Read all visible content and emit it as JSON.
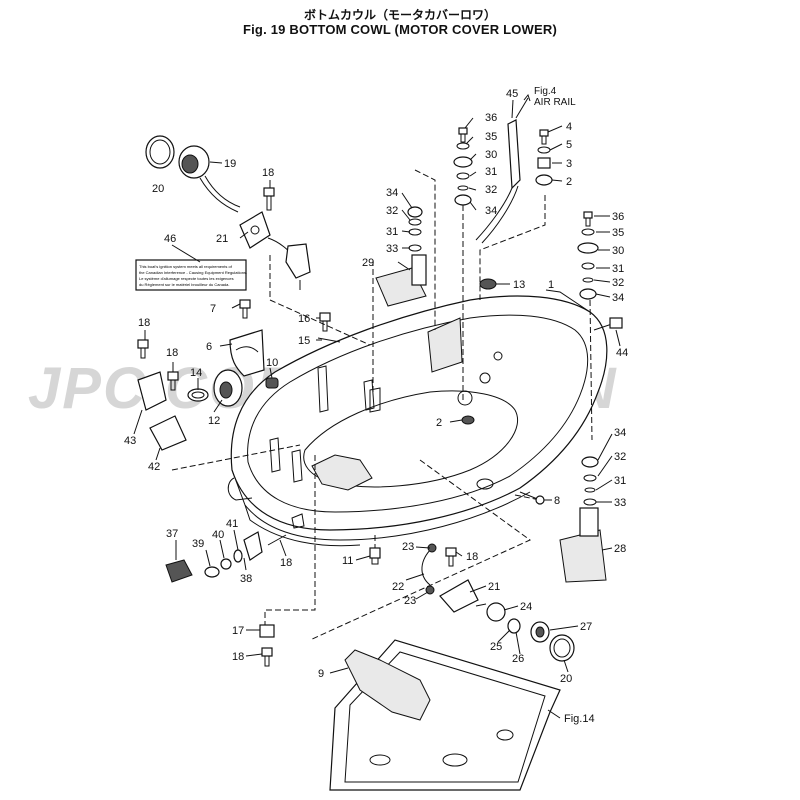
{
  "header": {
    "title_ja": "ボトムカウル（モータカバーロワ）",
    "title_en": "Fig. 19    BOTTOM COWL (MOTOR COVER LOWER)"
  },
  "watermark": "JPC CORPORATION",
  "references": {
    "fig4": "Fig.4",
    "air_rail": "AIR RAIL",
    "fig14": "Fig.14"
  },
  "callouts": {
    "c1": "1",
    "c2a": "2",
    "c2b": "2",
    "c3": "3",
    "c4": "4",
    "c5": "5",
    "c6": "6",
    "c7": "7",
    "c8": "8",
    "c9": "9",
    "c10": "10",
    "c11": "11",
    "c12": "12",
    "c13": "13",
    "c14": "14",
    "c15": "15",
    "c16": "16",
    "c17": "17",
    "c18a": "18",
    "c18b": "18",
    "c18c": "18",
    "c18d": "18",
    "c18e": "18",
    "c18f": "18",
    "c19": "19",
    "c20a": "20",
    "c20b": "20",
    "c21a": "21",
    "c21b": "21",
    "c22": "22",
    "c23a": "23",
    "c23b": "23",
    "c24": "24",
    "c25": "25",
    "c26": "26",
    "c27": "27",
    "c28": "28",
    "c29": "29",
    "c30a": "30",
    "c30b": "30",
    "c31a": "31",
    "c31b": "31",
    "c31c": "31",
    "c31d": "31",
    "c32a": "32",
    "c32b": "32",
    "c32c": "32",
    "c32d": "32",
    "c33a": "33",
    "c33b": "33",
    "c34a": "34",
    "c34b": "34",
    "c34c": "34",
    "c34d": "34",
    "c35a": "35",
    "c35b": "35",
    "c36a": "36",
    "c36b": "36",
    "c37": "37",
    "c38": "38",
    "c39": "39",
    "c40": "40",
    "c41": "41",
    "c42": "42",
    "c43": "43",
    "c44": "44",
    "c45": "45",
    "c46": "46"
  },
  "label46_text": [
    "This boat's ignition system meets all requirements of",
    "the Canadian Interference - Causing Equipment Regulations.",
    "Le système d'allumage respecte toutes les exigences",
    "du Règlement sur le matériel brouilleur du Canada."
  ]
}
